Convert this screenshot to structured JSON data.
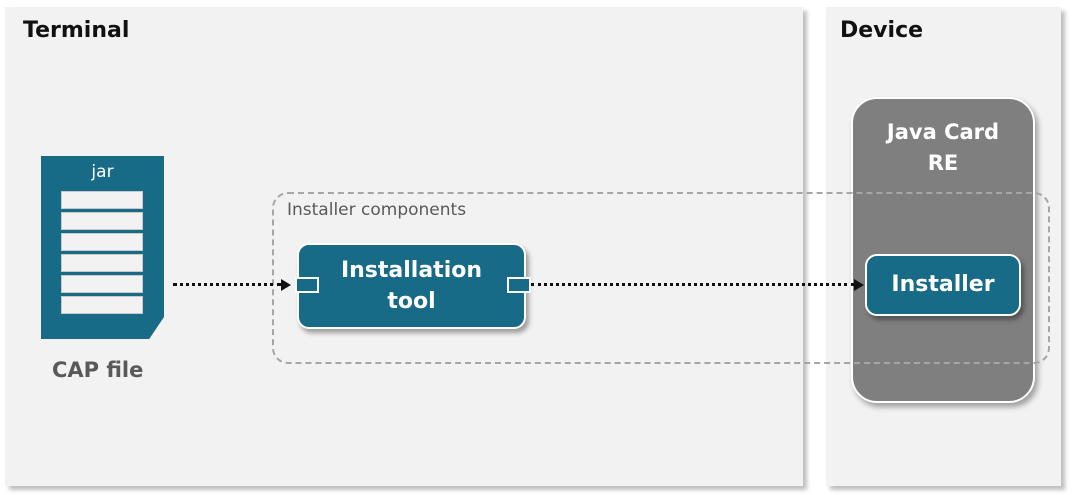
{
  "terminal": {
    "title": "Terminal"
  },
  "device": {
    "title": "Device"
  },
  "runtime": {
    "title": "Java Card\nRE"
  },
  "group": {
    "label": "Installer components"
  },
  "file": {
    "icon": "jar-file-icon",
    "type_label": "jar",
    "caption": "CAP file"
  },
  "tool": {
    "label": "Installation tool"
  },
  "installer": {
    "label": "Installer"
  },
  "colors": {
    "accent": "#176b87",
    "panel": "#f2f2f2",
    "runtime": "#7f7f7f"
  }
}
